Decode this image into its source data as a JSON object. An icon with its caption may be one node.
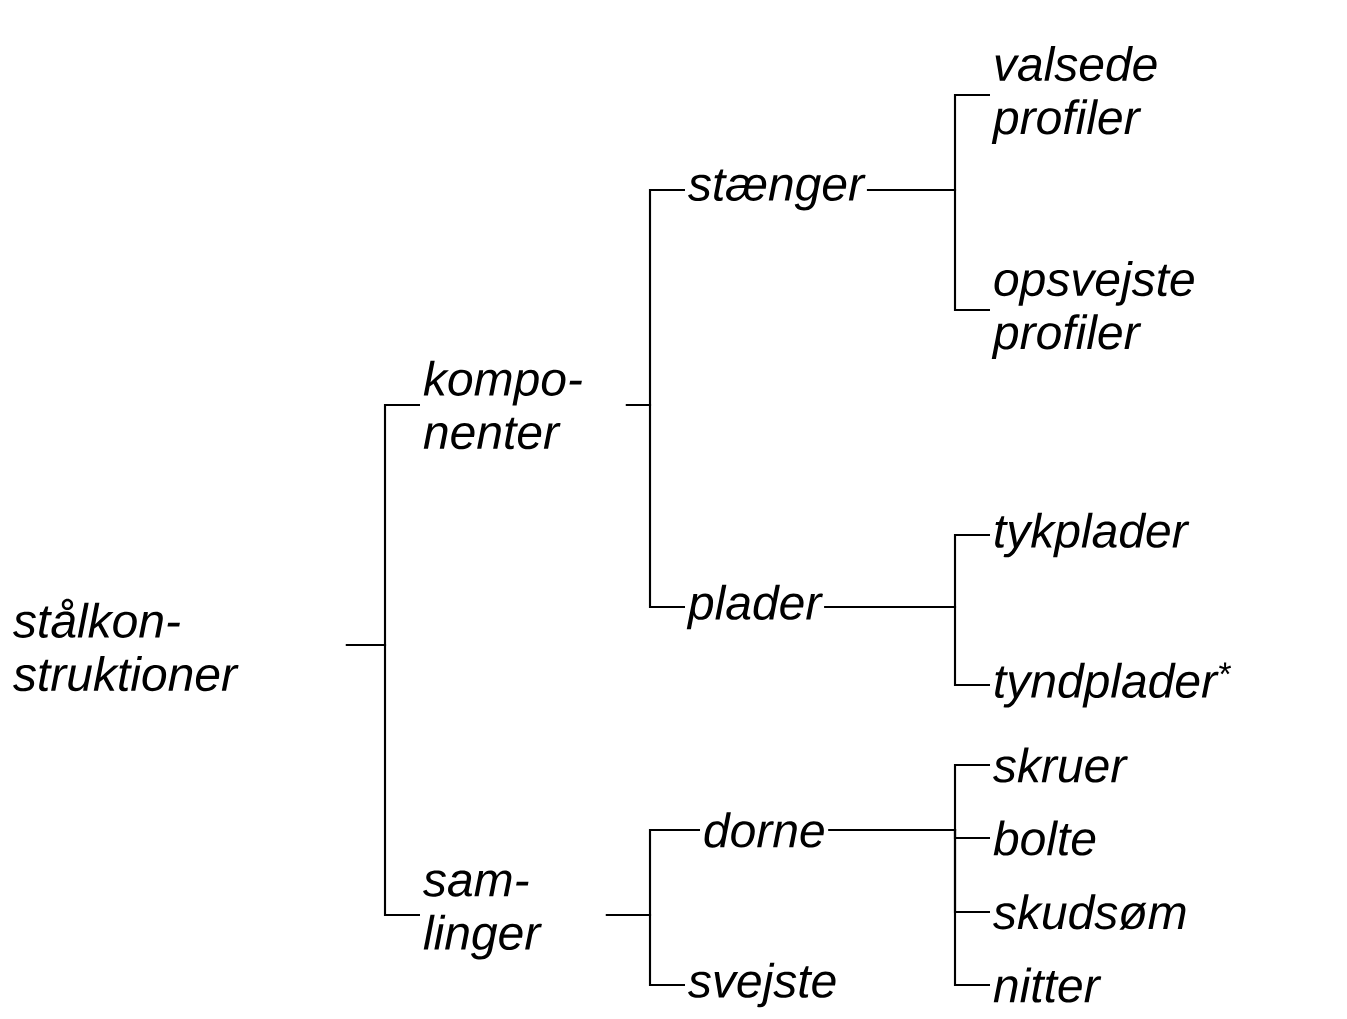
{
  "diagram": {
    "nodes": [
      {
        "text": [
          "stålkon- struktioner"
        ]
      },
      {
        "text": [
          "kompo- nenter"
        ]
      },
      {
        "text": [
          "sam- linger"
        ]
      },
      {
        "text": [
          "stænger"
        ]
      },
      {
        "text": [
          "plader"
        ]
      },
      {
        "text": [
          "valsede profiler"
        ]
      },
      {
        "text": [
          "opsvejste profiler"
        ]
      },
      {
        "text": [
          "tykplader"
        ]
      },
      {
        "text": [
          "tyndplader$^{*}$"
        ]
      },
      {
        "text": [
          "dorne"
        ]
      },
      {
        "text": [
          "svejste"
        ]
      },
      {
        "text": [
          "skruer"
        ]
      },
      {
        "text": [
          "bolte"
        ]
      },
      {
        "text": [
          "skudsøm"
        ]
      },
      {
        "text": [
          "nitter"
        ]
      }
    ],
    "edges": [
      {
        "from": 0,
        "to": 1,
        "arrow": "none"
      },
      {
        "from": 0,
        "to": 2,
        "arrow": "none"
      },
      {
        "from": 1,
        "to": 3,
        "arrow": "none"
      },
      {
        "from": 1,
        "to": 4,
        "arrow": "none"
      },
      {
        "from": 3,
        "to": 5,
        "arrow": "none"
      },
      {
        "from": 3,
        "to": 6,
        "arrow": "none"
      },
      {
        "from": 4,
        "to": 7,
        "arrow": "none"
      },
      {
        "from": 4,
        "to": 8,
        "arrow": "none"
      },
      {
        "from": 2,
        "to": 9,
        "arrow": "none"
      },
      {
        "from": 2,
        "to": 10,
        "arrow": "none"
      },
      {
        "from": 9,
        "to": 11,
        "arrow": "none"
      },
      {
        "from": 9,
        "to": 12,
        "arrow": "none"
      },
      {
        "from": 9,
        "to": 13,
        "arrow": "none"
      },
      {
        "from": 9,
        "to": 14,
        "arrow": "none"
      }
    ]
  }
}
